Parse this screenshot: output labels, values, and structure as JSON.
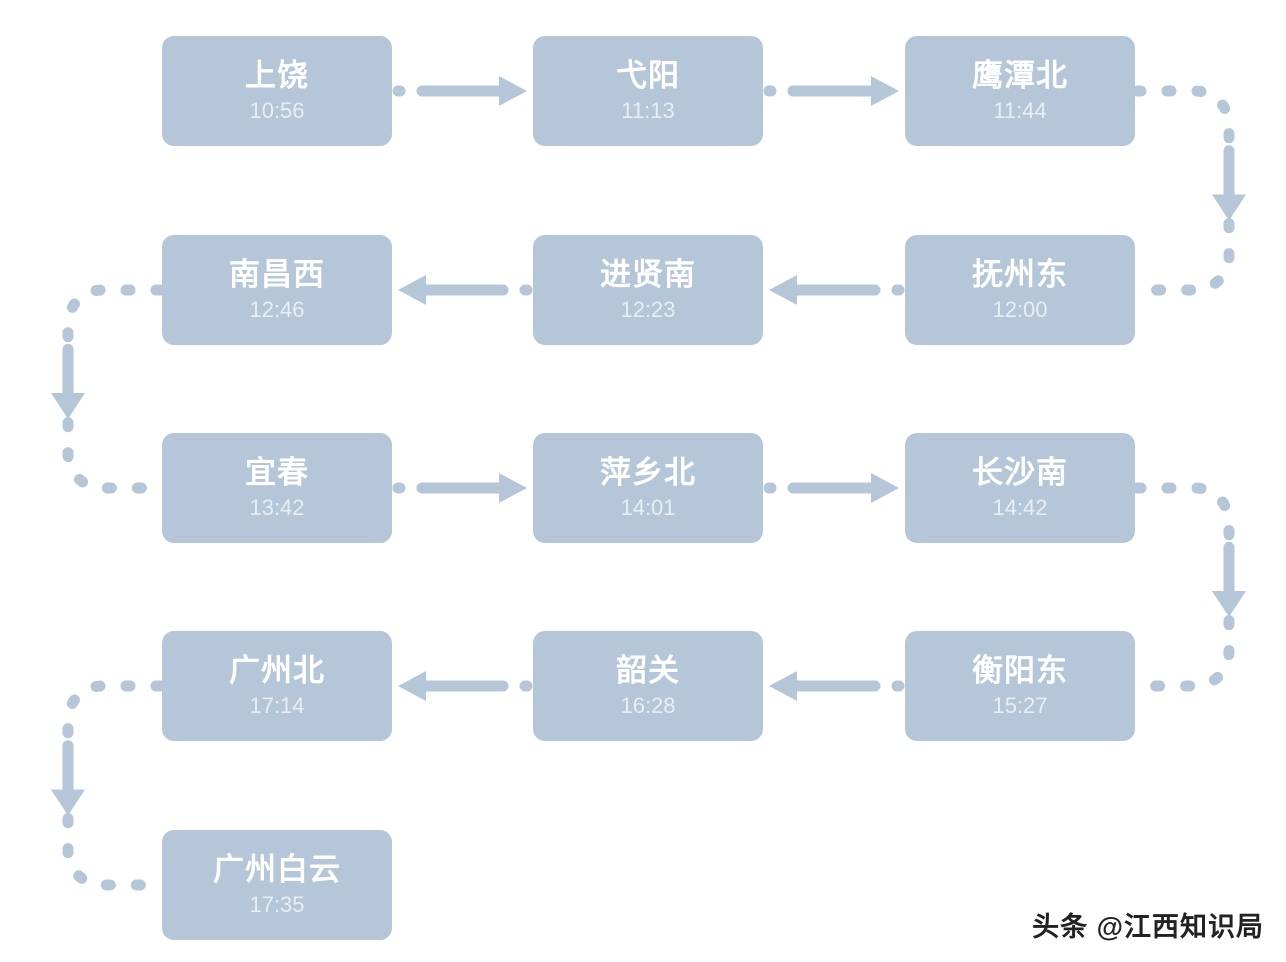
{
  "diagram": {
    "type": "train-route-flow",
    "accent_color": "#b4c6d8",
    "text_color": "#ffffff",
    "time_color": "#e8eef4",
    "background": "#ffffff",
    "stations": [
      {
        "id": "s1",
        "name": "上饶",
        "time": "10:56"
      },
      {
        "id": "s2",
        "name": "弋阳",
        "time": "11:13"
      },
      {
        "id": "s3",
        "name": "鹰潭北",
        "time": "11:44"
      },
      {
        "id": "s4",
        "name": "抚州东",
        "time": "12:00"
      },
      {
        "id": "s5",
        "name": "进贤南",
        "time": "12:23"
      },
      {
        "id": "s6",
        "name": "南昌西",
        "time": "12:46"
      },
      {
        "id": "s7",
        "name": "宜春",
        "time": "13:42"
      },
      {
        "id": "s8",
        "name": "萍乡北",
        "time": "14:01"
      },
      {
        "id": "s9",
        "name": "长沙南",
        "time": "14:42"
      },
      {
        "id": "s10",
        "name": "衡阳东",
        "time": "15:27"
      },
      {
        "id": "s11",
        "name": "韶关",
        "time": "16:28"
      },
      {
        "id": "s12",
        "name": "广州北",
        "time": "17:14"
      },
      {
        "id": "s13",
        "name": "广州白云",
        "time": "17:35"
      }
    ],
    "connectors": [
      {
        "from": "s1",
        "to": "s2",
        "direction": "right"
      },
      {
        "from": "s2",
        "to": "s3",
        "direction": "right"
      },
      {
        "from": "s3",
        "to": "s4",
        "direction": "down-right-wrap"
      },
      {
        "from": "s4",
        "to": "s5",
        "direction": "left"
      },
      {
        "from": "s5",
        "to": "s6",
        "direction": "left"
      },
      {
        "from": "s6",
        "to": "s7",
        "direction": "down-left-wrap"
      },
      {
        "from": "s7",
        "to": "s8",
        "direction": "right"
      },
      {
        "from": "s8",
        "to": "s9",
        "direction": "right"
      },
      {
        "from": "s9",
        "to": "s10",
        "direction": "down-right-wrap"
      },
      {
        "from": "s10",
        "to": "s11",
        "direction": "left"
      },
      {
        "from": "s11",
        "to": "s12",
        "direction": "left"
      },
      {
        "from": "s12",
        "to": "s13",
        "direction": "down-left-wrap"
      }
    ]
  },
  "watermark": {
    "text": "头条 @江西知识局"
  }
}
